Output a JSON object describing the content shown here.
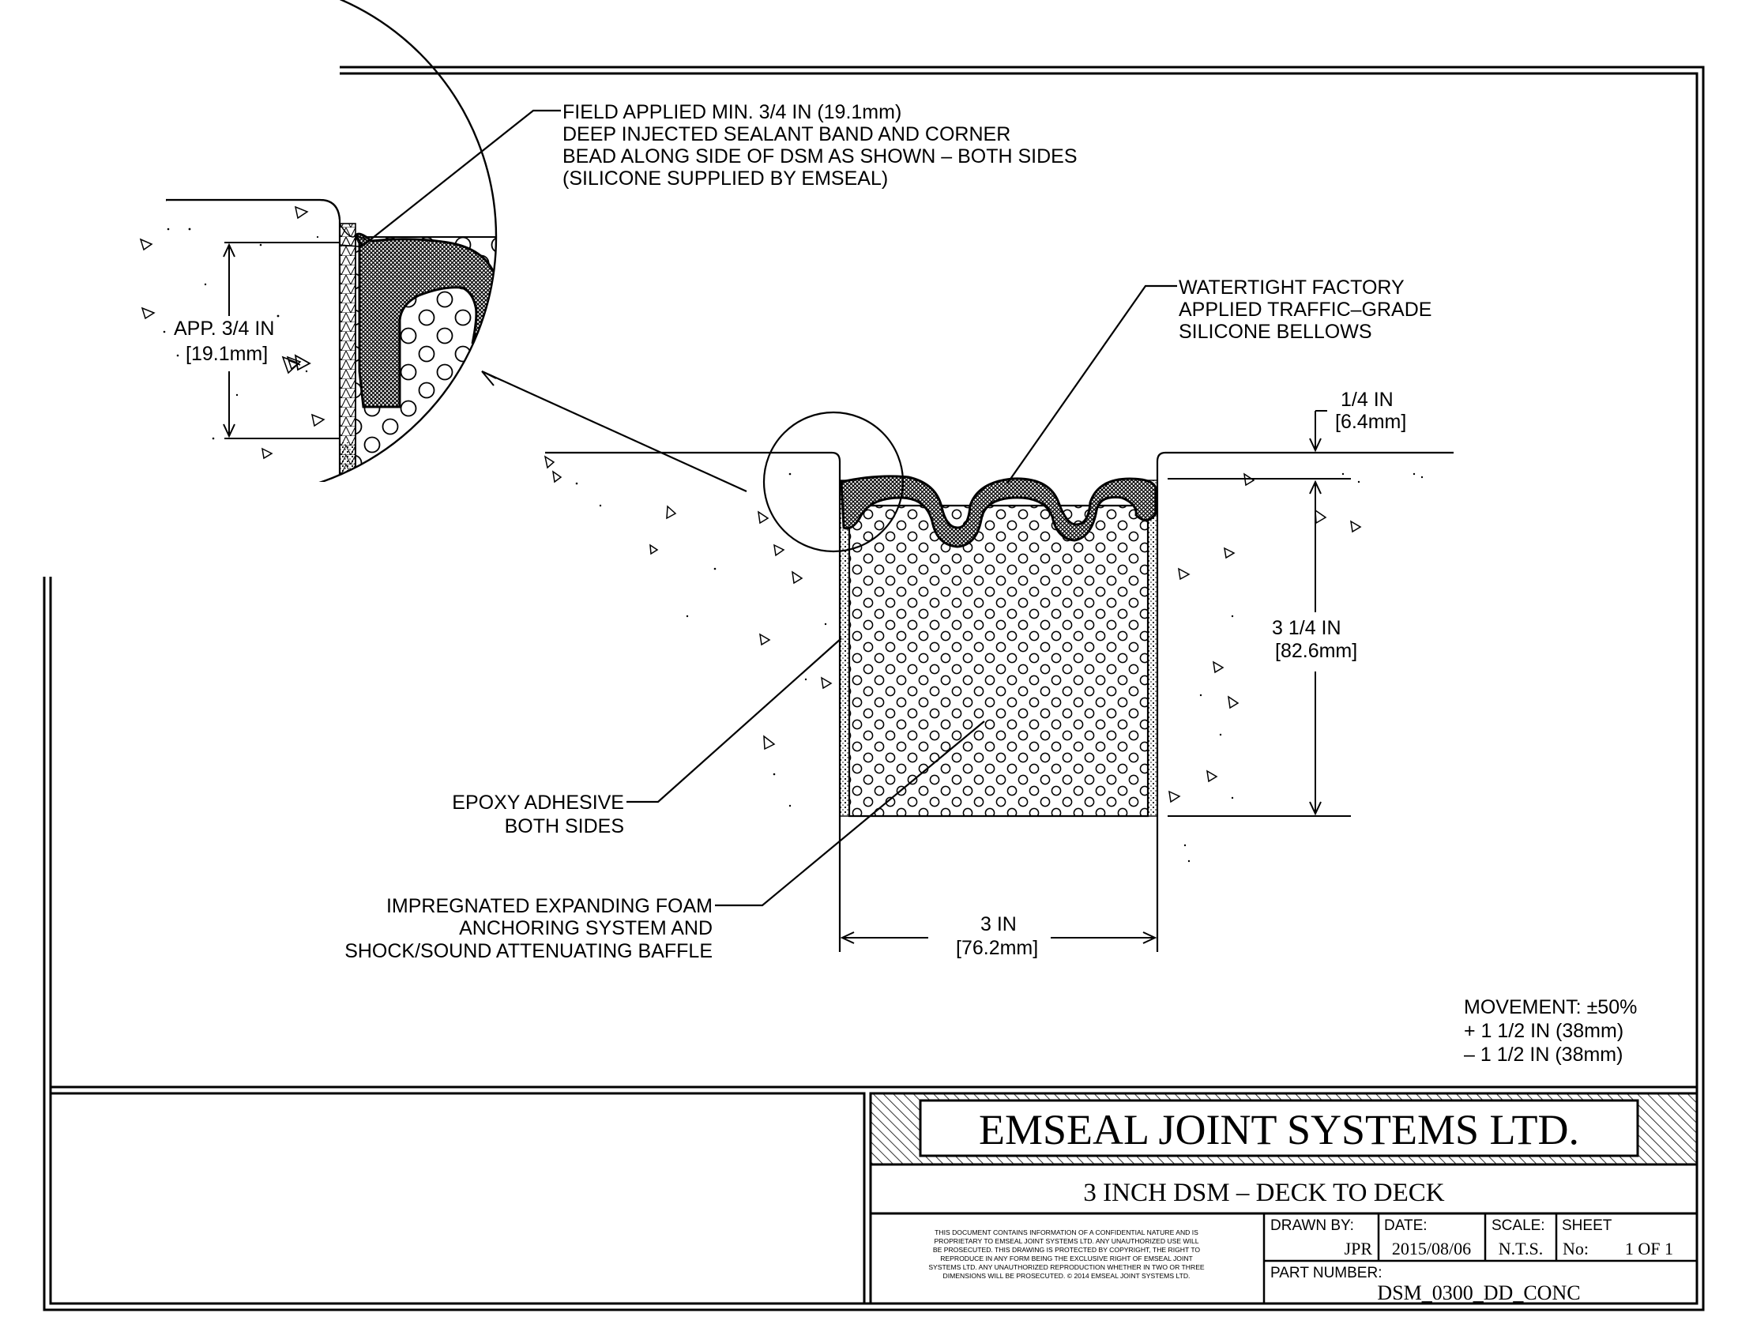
{
  "notes": {
    "sealant": [
      "FIELD APPLIED MIN. 3/4 IN (19.1mm)",
      "DEEP INJECTED SEALANT BAND AND CORNER",
      "BEAD ALONG SIDE OF DSM AS SHOWN – BOTH SIDES",
      "(SILICONE SUPPLIED BY EMSEAL)"
    ],
    "bellows": [
      "WATERTIGHT FACTORY",
      "APPLIED TRAFFIC–GRADE",
      "SILICONE BELLOWS"
    ],
    "epoxy": [
      "EPOXY ADHESIVE",
      "BOTH SIDES"
    ],
    "foam": [
      "IMPREGNATED EXPANDING FOAM",
      "ANCHORING SYSTEM AND",
      "SHOCK/SOUND ATTENUATING BAFFLE"
    ]
  },
  "dimensions": {
    "detail": [
      "APP. 3/4 IN",
      "[19.1mm]"
    ],
    "recess": [
      "1/4 IN",
      "[6.4mm]"
    ],
    "depth": [
      "3 1/4 IN",
      "[82.6mm]"
    ],
    "width": [
      "3 IN",
      "[76.2mm]"
    ]
  },
  "movement": [
    "MOVEMENT: ±50%",
    "+ 1 1/2 IN (38mm)",
    "– 1 1/2 IN (38mm)"
  ],
  "title_block": {
    "company": "EMSEAL JOINT SYSTEMS LTD.",
    "drawing_title": "3 INCH DSM – DECK TO DECK",
    "disclaimer": [
      "THIS DOCUMENT CONTAINS INFORMATION OF A CONFIDENTIAL NATURE AND IS",
      "PROPRIETARY TO EMSEAL JOINT SYSTEMS LTD. ANY UNAUTHORIZED USE WILL",
      "BE PROSECUTED. THIS DRAWING IS PROTECTED BY COPYRIGHT, THE RIGHT TO",
      "REPRODUCE IN ANY FORM BEING THE EXCLUSIVE RIGHT OF EMSEAL JOINT",
      "SYSTEMS LTD. ANY UNAUTHORIZED REPRODUCTION WHETHER IN TWO OR THREE",
      "DIMENSIONS WILL BE PROSECUTED. © 2014 EMSEAL JOINT SYSTEMS LTD."
    ],
    "drawn_by_label": "DRAWN BY:",
    "drawn_by": "JPR",
    "date_label": "DATE:",
    "date": "2015/08/06",
    "scale_label": "SCALE:",
    "scale": "N.T.S.",
    "sheet_label": "SHEET",
    "sheet_no_label": "No:",
    "sheet": "1 OF 1",
    "part_label": "PART NUMBER:",
    "part": "DSM_0300_DD_CONC"
  }
}
